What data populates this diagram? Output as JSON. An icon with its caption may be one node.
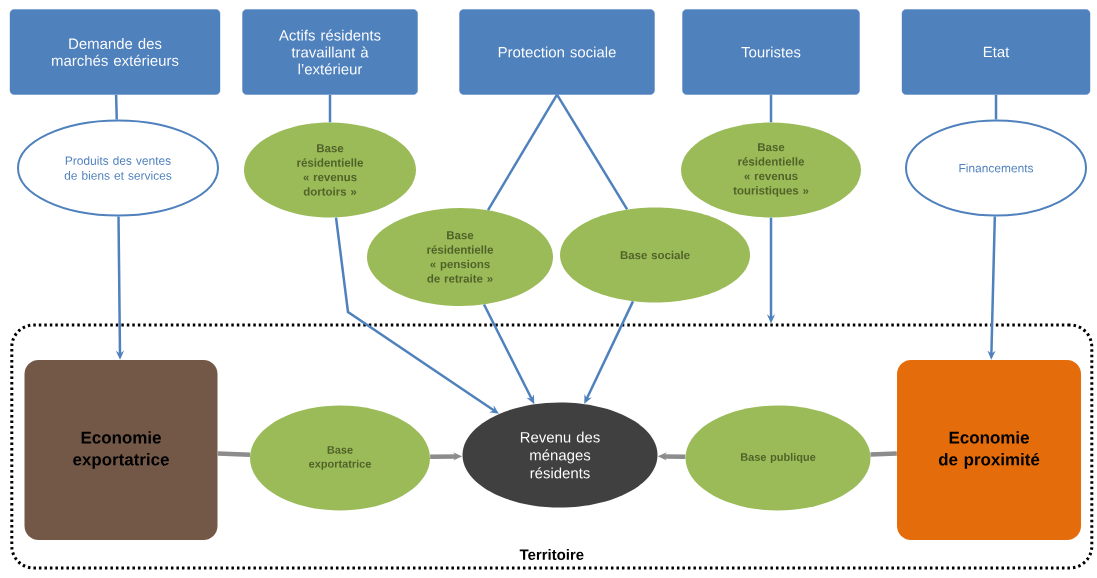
{
  "diagram": {
    "nodes": [
      {
        "text": [
          "Demande des marchés extérieurs"
        ]
      },
      {
        "text": [
          "Actifs résidents travaillant à l’extérieur"
        ]
      },
      {
        "text": [
          "Protection sociale"
        ]
      },
      {
        "text": [
          "Touristes"
        ]
      },
      {
        "text": [
          "Etat"
        ]
      },
      {
        "text": [
          "Produits des ventes de biens et services"
        ]
      },
      {
        "text": [
          "Base résidentielle « revenus dortoirs »"
        ]
      },
      {
        "text": [
          "Base résidentielle « pensions de retraite »"
        ]
      },
      {
        "text": [
          "Base sociale"
        ]
      },
      {
        "text": [
          "Base résidentielle « revenus touristiques »"
        ]
      },
      {
        "text": [
          "Financements"
        ]
      },
      {
        "text": [
          "Territoire"
        ]
      },
      {
        "text": [
          "Economie exportatrice"
        ],
        "in": 11
      },
      {
        "text": [
          "Base exportatrice"
        ],
        "in": 11
      },
      {
        "text": [
          "Revenu des ménages résidents"
        ],
        "in": 11
      },
      {
        "text": [
          "Base publique"
        ],
        "in": 11
      },
      {
        "text": [
          "Economie de proximité"
        ],
        "in": 11
      }
    ],
    "edges": [
      {
        "from": 0,
        "to": 5,
        "arrow": "none"
      },
      {
        "from": 5,
        "to": 12,
        "arrow": "to"
      },
      {
        "from": 1,
        "to": 6,
        "arrow": "none"
      },
      {
        "from": 6,
        "to": 14,
        "arrow": "to"
      },
      {
        "from": 2,
        "to": 7,
        "arrow": "none"
      },
      {
        "from": 2,
        "to": 8,
        "arrow": "none"
      },
      {
        "from": 7,
        "to": 14,
        "arrow": "to"
      },
      {
        "from": 8,
        "to": 14,
        "arrow": "to"
      },
      {
        "from": 3,
        "to": 9,
        "arrow": "none"
      },
      {
        "from": 9,
        "to": 11,
        "arrow": "to"
      },
      {
        "from": 4,
        "to": 10,
        "arrow": "none"
      },
      {
        "from": 10,
        "to": 16,
        "arrow": "to"
      },
      {
        "from": 12,
        "to": 13,
        "arrow": "none",
        "style": "thick",
        "color": "#8c8c8c"
      },
      {
        "from": 13,
        "to": 14,
        "arrow": "to",
        "style": "thick",
        "color": "#8c8c8c"
      },
      {
        "from": 16,
        "to": 15,
        "arrow": "none",
        "style": "thick",
        "color": "#8c8c8c"
      },
      {
        "from": 15,
        "to": 14,
        "arrow": "to",
        "style": "thick",
        "color": "#8c8c8c"
      }
    ]
  }
}
